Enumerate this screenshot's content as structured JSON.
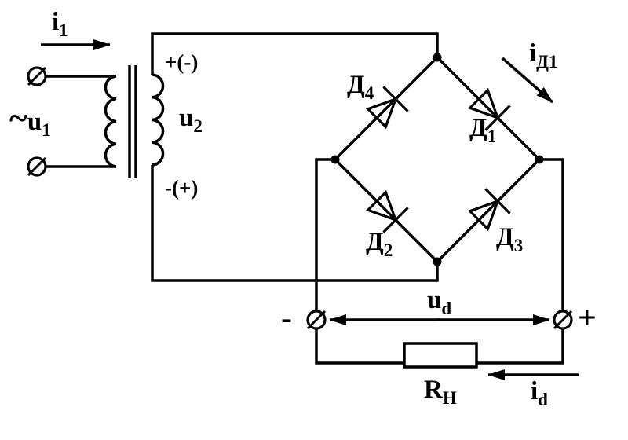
{
  "colors": {
    "line": "#000000",
    "background": "#ffffff"
  },
  "labels": {
    "i1": {
      "base": "i",
      "sub": "1"
    },
    "u1": {
      "prefix": "~",
      "base": "u",
      "sub": "1"
    },
    "u2": {
      "base": "u",
      "sub": "2"
    },
    "secondary_polarity_top": "+(-)",
    "secondary_polarity_bottom": "-(+)",
    "d1": {
      "base": "Д",
      "sub": "1"
    },
    "d2": {
      "base": "Д",
      "sub": "2"
    },
    "d3": {
      "base": "Д",
      "sub": "3"
    },
    "d4": {
      "base": "Д",
      "sub": "4"
    },
    "i_d1": {
      "base": "i",
      "sub": "Д1"
    },
    "u_d": {
      "base": "u",
      "sub": "d"
    },
    "output_minus": "-",
    "output_plus": "+",
    "r_load": {
      "base": "R",
      "sub": "Н"
    },
    "i_d": {
      "base": "i",
      "sub": "d"
    }
  }
}
